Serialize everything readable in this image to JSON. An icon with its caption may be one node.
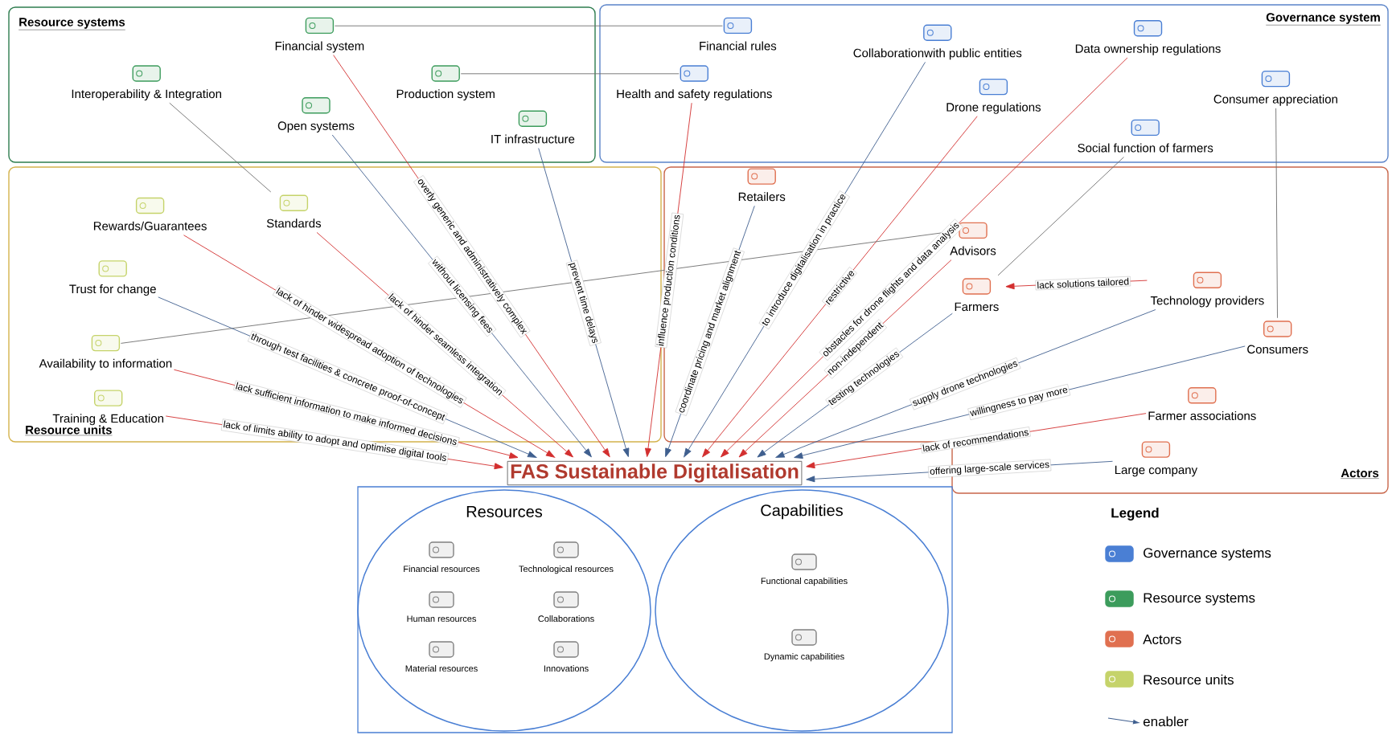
{
  "diagram": {
    "nodes": [
      {
        "text": [
          "Resource systems"
        ]
      },
      {
        "text": [
          "Financial system"
        ],
        "in": 0
      },
      {
        "text": [
          "Interoperability & Integration"
        ],
        "in": 0
      },
      {
        "text": [
          "Production system"
        ],
        "in": 0
      },
      {
        "text": [
          "Open systems"
        ],
        "in": 0
      },
      {
        "text": [
          "IT infrastructure"
        ],
        "in": 0
      },
      {
        "text": [
          "Governance system"
        ]
      },
      {
        "text": [
          "Financial rules"
        ],
        "in": 6
      },
      {
        "text": [
          "Collaborationwith public entities"
        ],
        "in": 6
      },
      {
        "text": [
          "Data ownership regulations"
        ],
        "in": 6
      },
      {
        "text": [
          "Health and safety regulations"
        ],
        "in": 6
      },
      {
        "text": [
          "Consumer appreciation"
        ],
        "in": 6
      },
      {
        "text": [
          "Drone regulations"
        ],
        "in": 6
      },
      {
        "text": [
          "Social function of farmers"
        ],
        "in": 6
      },
      {
        "text": [
          "Resource units"
        ]
      },
      {
        "text": [
          "Rewards/Guarantees"
        ],
        "in": 14
      },
      {
        "text": [
          "Standards"
        ],
        "in": 14
      },
      {
        "text": [
          "Trust for change"
        ],
        "in": 14
      },
      {
        "text": [
          "Availability to information"
        ],
        "in": 14
      },
      {
        "text": [
          "Training & Education"
        ],
        "in": 14
      },
      {
        "text": [
          "Actors"
        ]
      },
      {
        "text": [
          "Retailers"
        ],
        "in": 20
      },
      {
        "text": [
          "Advisors"
        ],
        "in": 20
      },
      {
        "text": [
          "Farmers"
        ],
        "in": 20
      },
      {
        "text": [
          "Technology providers"
        ],
        "in": 20
      },
      {
        "text": [
          "Consumers"
        ],
        "in": 20
      },
      {
        "text": [
          "Farmer associations"
        ],
        "in": 20
      },
      {
        "text": [
          "Large company"
        ],
        "in": 20
      },
      {
        "text": [
          "FAS Sustainable Digitalisation"
        ]
      },
      {
        "text": [],
        "shape": "box"
      },
      {
        "text": [
          "Resources"
        ],
        "in": 29
      },
      {
        "text": [
          "Financial resources"
        ],
        "in": 30
      },
      {
        "text": [
          "Technological resources"
        ],
        "in": 30
      },
      {
        "text": [
          "Human resources"
        ],
        "in": 30
      },
      {
        "text": [
          "Collaborations"
        ],
        "in": 30
      },
      {
        "text": [
          "Material resources"
        ],
        "in": 30
      },
      {
        "text": [
          "Innovations"
        ],
        "in": 30
      },
      {
        "text": [
          "Capabilities"
        ],
        "in": 29
      },
      {
        "text": [
          "Functional capabilities"
        ],
        "in": 37
      },
      {
        "text": [
          "Dynamic capabilities"
        ],
        "in": 37
      }
    ],
    "edges": [
      {
        "from": 1,
        "to": 28,
        "arrow": "to",
        "label": "overly generic and administratively complex",
        "color": "#d32f2f"
      },
      {
        "from": 2,
        "to": 16,
        "arrow": "none",
        "color": "#6e6e6e"
      },
      {
        "from": 4,
        "to": 28,
        "arrow": "to",
        "label": "without licensing fees",
        "color": "#3f5f8f"
      },
      {
        "from": 5,
        "to": 28,
        "arrow": "to",
        "label": "prevent time delays",
        "color": "#3f5f8f"
      },
      {
        "from": 1,
        "to": 7,
        "arrow": "none",
        "color": "#6e6e6e"
      },
      {
        "from": 3,
        "to": 10,
        "arrow": "none",
        "color": "#6e6e6e"
      },
      {
        "from": 10,
        "to": 28,
        "arrow": "to",
        "label": "influence production conditions",
        "color": "#d32f2f"
      },
      {
        "from": 21,
        "to": 28,
        "arrow": "to",
        "label": "coordinate pricing and market alignment",
        "color": "#3f5f8f"
      },
      {
        "from": 8,
        "to": 28,
        "arrow": "to",
        "label": "to introduce digitalisation in practice",
        "color": "#3f5f8f"
      },
      {
        "from": 12,
        "to": 28,
        "arrow": "to",
        "label": "restrictive",
        "color": "#d32f2f"
      },
      {
        "from": 9,
        "to": 28,
        "arrow": "to",
        "label": "obstacles for drone flights and data analysis",
        "color": "#d32f2f"
      },
      {
        "from": 22,
        "to": 28,
        "arrow": "to",
        "label": "non-independent",
        "color": "#d32f2f"
      },
      {
        "from": 18,
        "to": 22,
        "arrow": "none",
        "color": "#6e6e6e"
      },
      {
        "from": 23,
        "to": 28,
        "arrow": "to",
        "label": "testing technologies",
        "color": "#3f5f8f"
      },
      {
        "from": 13,
        "to": 23,
        "arrow": "none",
        "color": "#6e6e6e"
      },
      {
        "from": 24,
        "to": 23,
        "arrow": "to",
        "label": "lack solutions tailored",
        "color": "#d32f2f"
      },
      {
        "from": 24,
        "to": 28,
        "arrow": "to",
        "label": "supply drone technologies",
        "color": "#3f5f8f"
      },
      {
        "from": 11,
        "to": 25,
        "arrow": "none",
        "color": "#6e6e6e"
      },
      {
        "from": 25,
        "to": 28,
        "arrow": "to",
        "label": "willingness to pay more",
        "color": "#3f5f8f"
      },
      {
        "from": 26,
        "to": 28,
        "arrow": "to",
        "label": "lack of recommendations",
        "color": "#d32f2f"
      },
      {
        "from": 27,
        "to": 28,
        "arrow": "to",
        "label": "offering large-scale services",
        "color": "#3f5f8f"
      },
      {
        "from": 16,
        "to": 28,
        "arrow": "to",
        "label": "lack of hinder seamless integration",
        "color": "#d32f2f"
      },
      {
        "from": 15,
        "to": 28,
        "arrow": "to",
        "label": "lack of hinder widespread adoption of technologies",
        "color": "#d32f2f"
      },
      {
        "from": 17,
        "to": 28,
        "arrow": "to",
        "label": "through test facilities & concrete proof-of-concept",
        "color": "#3f5f8f"
      },
      {
        "from": 18,
        "to": 28,
        "arrow": "to",
        "label": "lack sufficient information to make informed decisions",
        "color": "#d32f2f"
      },
      {
        "from": 19,
        "to": 28,
        "arrow": "to",
        "label": "lack of limits ability to adopt and optimise digital tools",
        "color": "#d32f2f"
      }
    ],
    "labels": [
      "Legend"
    ],
    "legend": [
      {
        "text": "Governance systems",
        "color": "#4a7fd4"
      },
      {
        "text": "Resource systems",
        "color": "#3c9c5c"
      },
      {
        "text": "Actors",
        "color": "#e07050"
      },
      {
        "text": "Resource units",
        "color": "#c5d36a"
      },
      {
        "text": "enabler"
      }
    ]
  }
}
